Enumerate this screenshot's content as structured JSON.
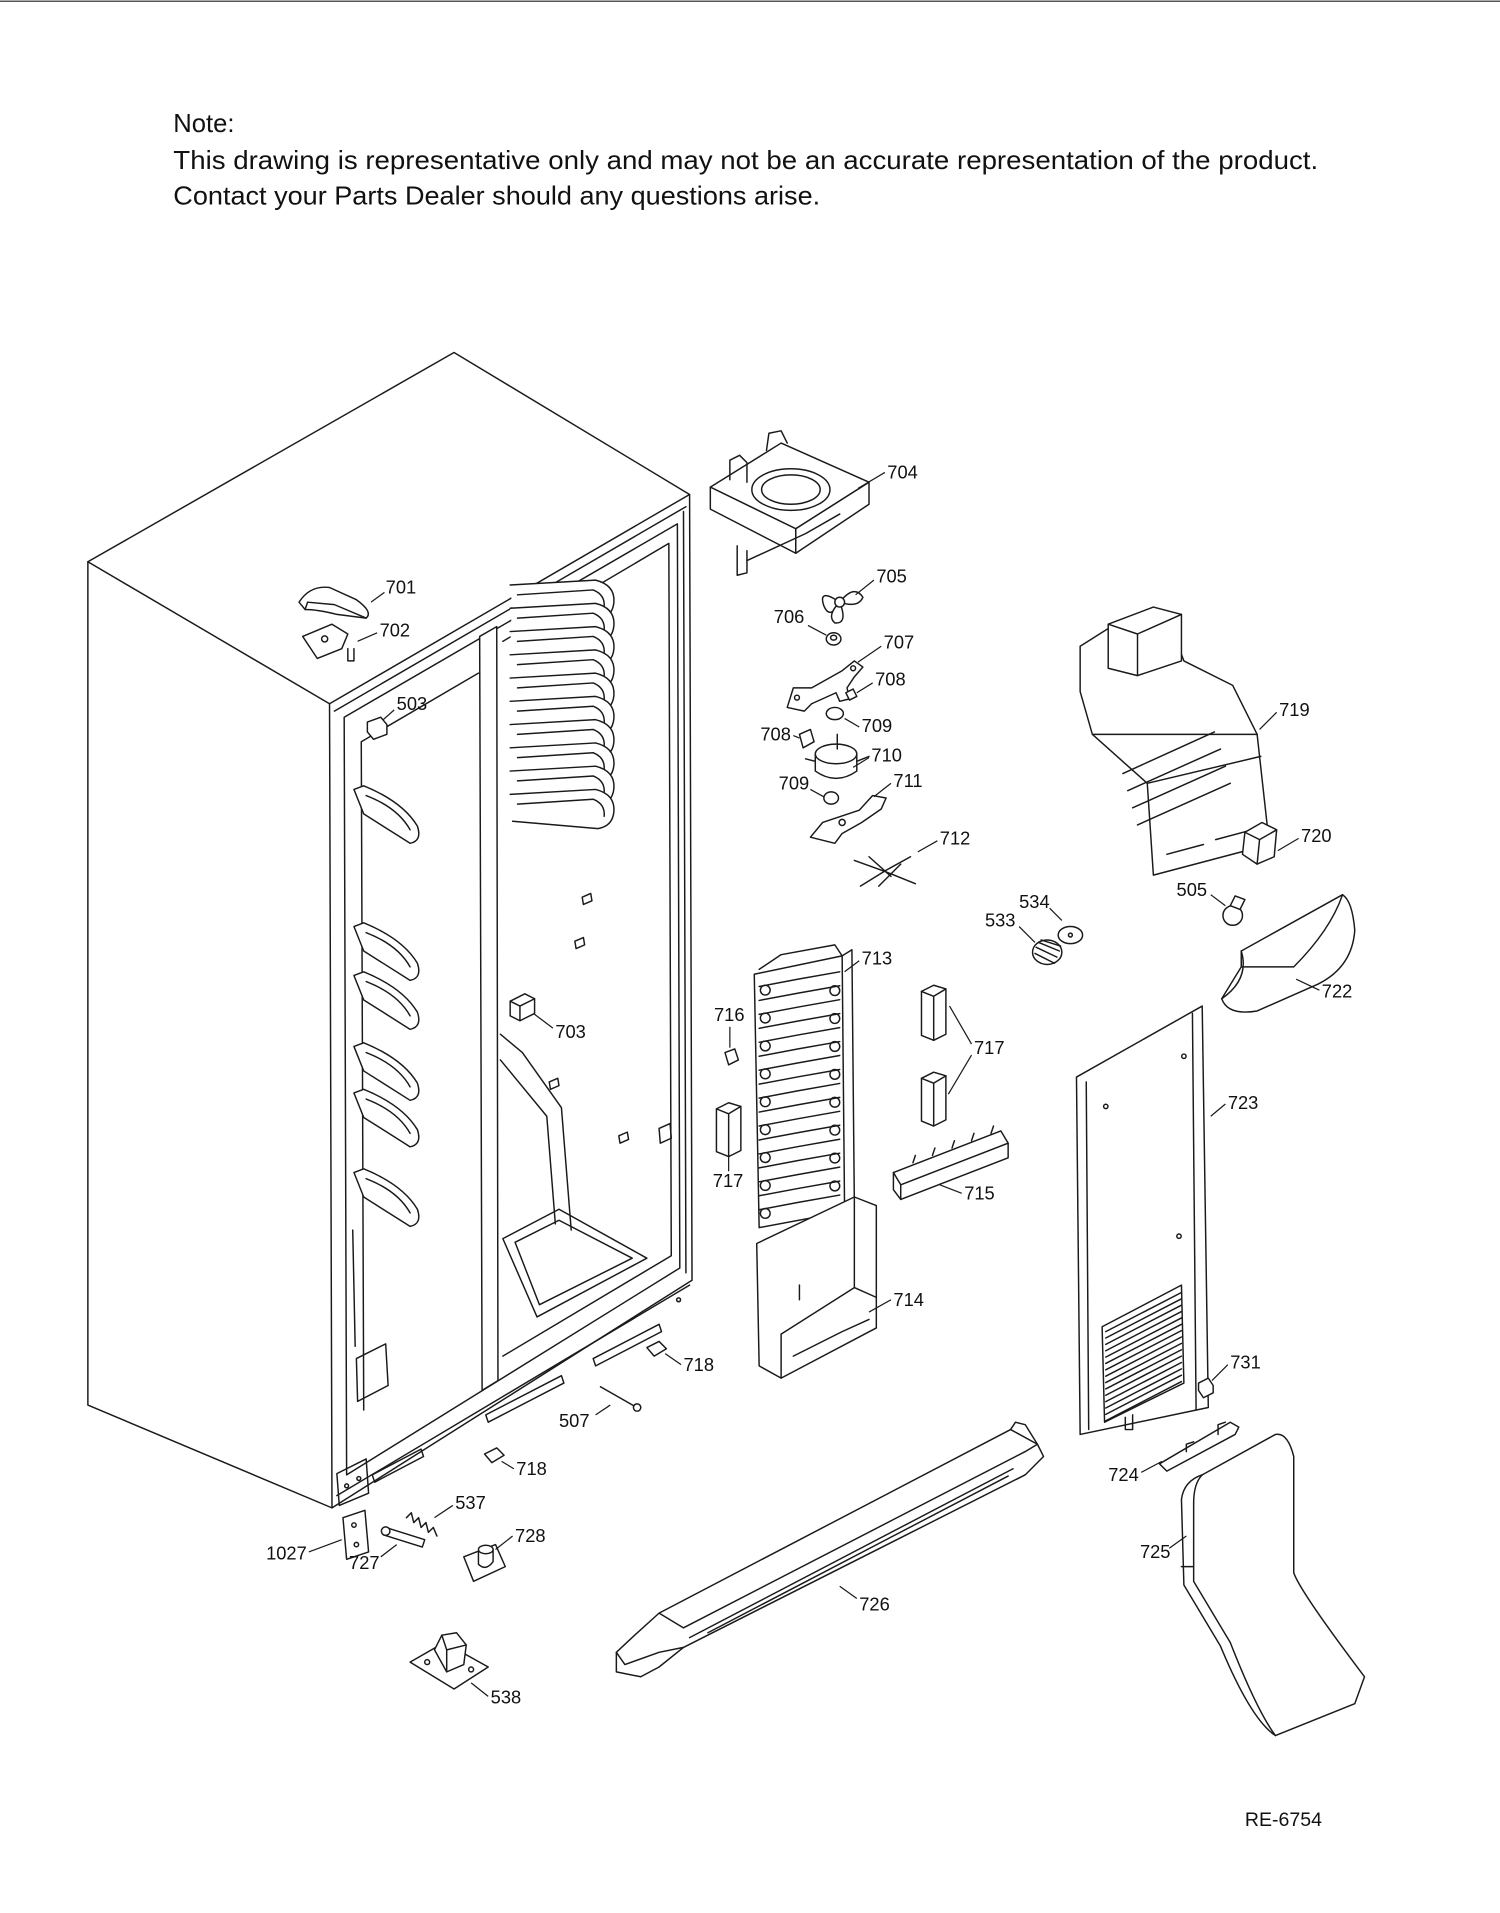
{
  "note": {
    "heading": "Note:",
    "line1": "This drawing is representative only and may not be an accurate representation of the product.",
    "line2": "Contact your Parts Dealer should any questions arise."
  },
  "callouts": [
    "701",
    "702",
    "503",
    "704",
    "705",
    "706",
    "707",
    "708",
    "709",
    "708",
    "710",
    "709",
    "711",
    "712",
    "719",
    "720",
    "505",
    "534",
    "533",
    "722",
    "713",
    "716",
    "703",
    "717",
    "717",
    "715",
    "723",
    "714",
    "718",
    "507",
    "718",
    "731",
    "537",
    "728",
    "1027",
    "727",
    "724",
    "725",
    "726",
    "538"
  ],
  "drawing_code": "RE-6754"
}
